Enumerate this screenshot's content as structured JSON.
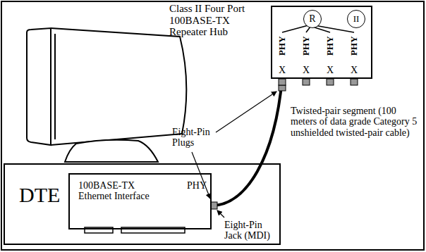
{
  "diagram": {
    "nodes": [
      {
        "text": [
          "DTE"
        ]
      },
      {
        "text": [
          "100BASE-TX Ethernet Interface",
          "PHY"
        ],
        "in": 0
      },
      {
        "text": [
          "Class II Four Port 100BASE-TX Repeater Hub"
        ]
      },
      {
        "text": [
          "R"
        ],
        "in": 2
      },
      {
        "text": [
          "II"
        ],
        "in": 2
      }
    ],
    "edges": [
      {
        "from": 1,
        "to": 2,
        "arrow": "none"
      }
    ],
    "labels": [
      "PHY",
      "PHY",
      "PHY",
      "PHY",
      "X",
      "X",
      "X",
      "X",
      "Eight-Pin Plugs",
      "Twisted-pair segment (100 meters of data grade Category 5 unshielded twisted-pair cable)",
      "Eight-Pin Jack (MDI)"
    ]
  }
}
